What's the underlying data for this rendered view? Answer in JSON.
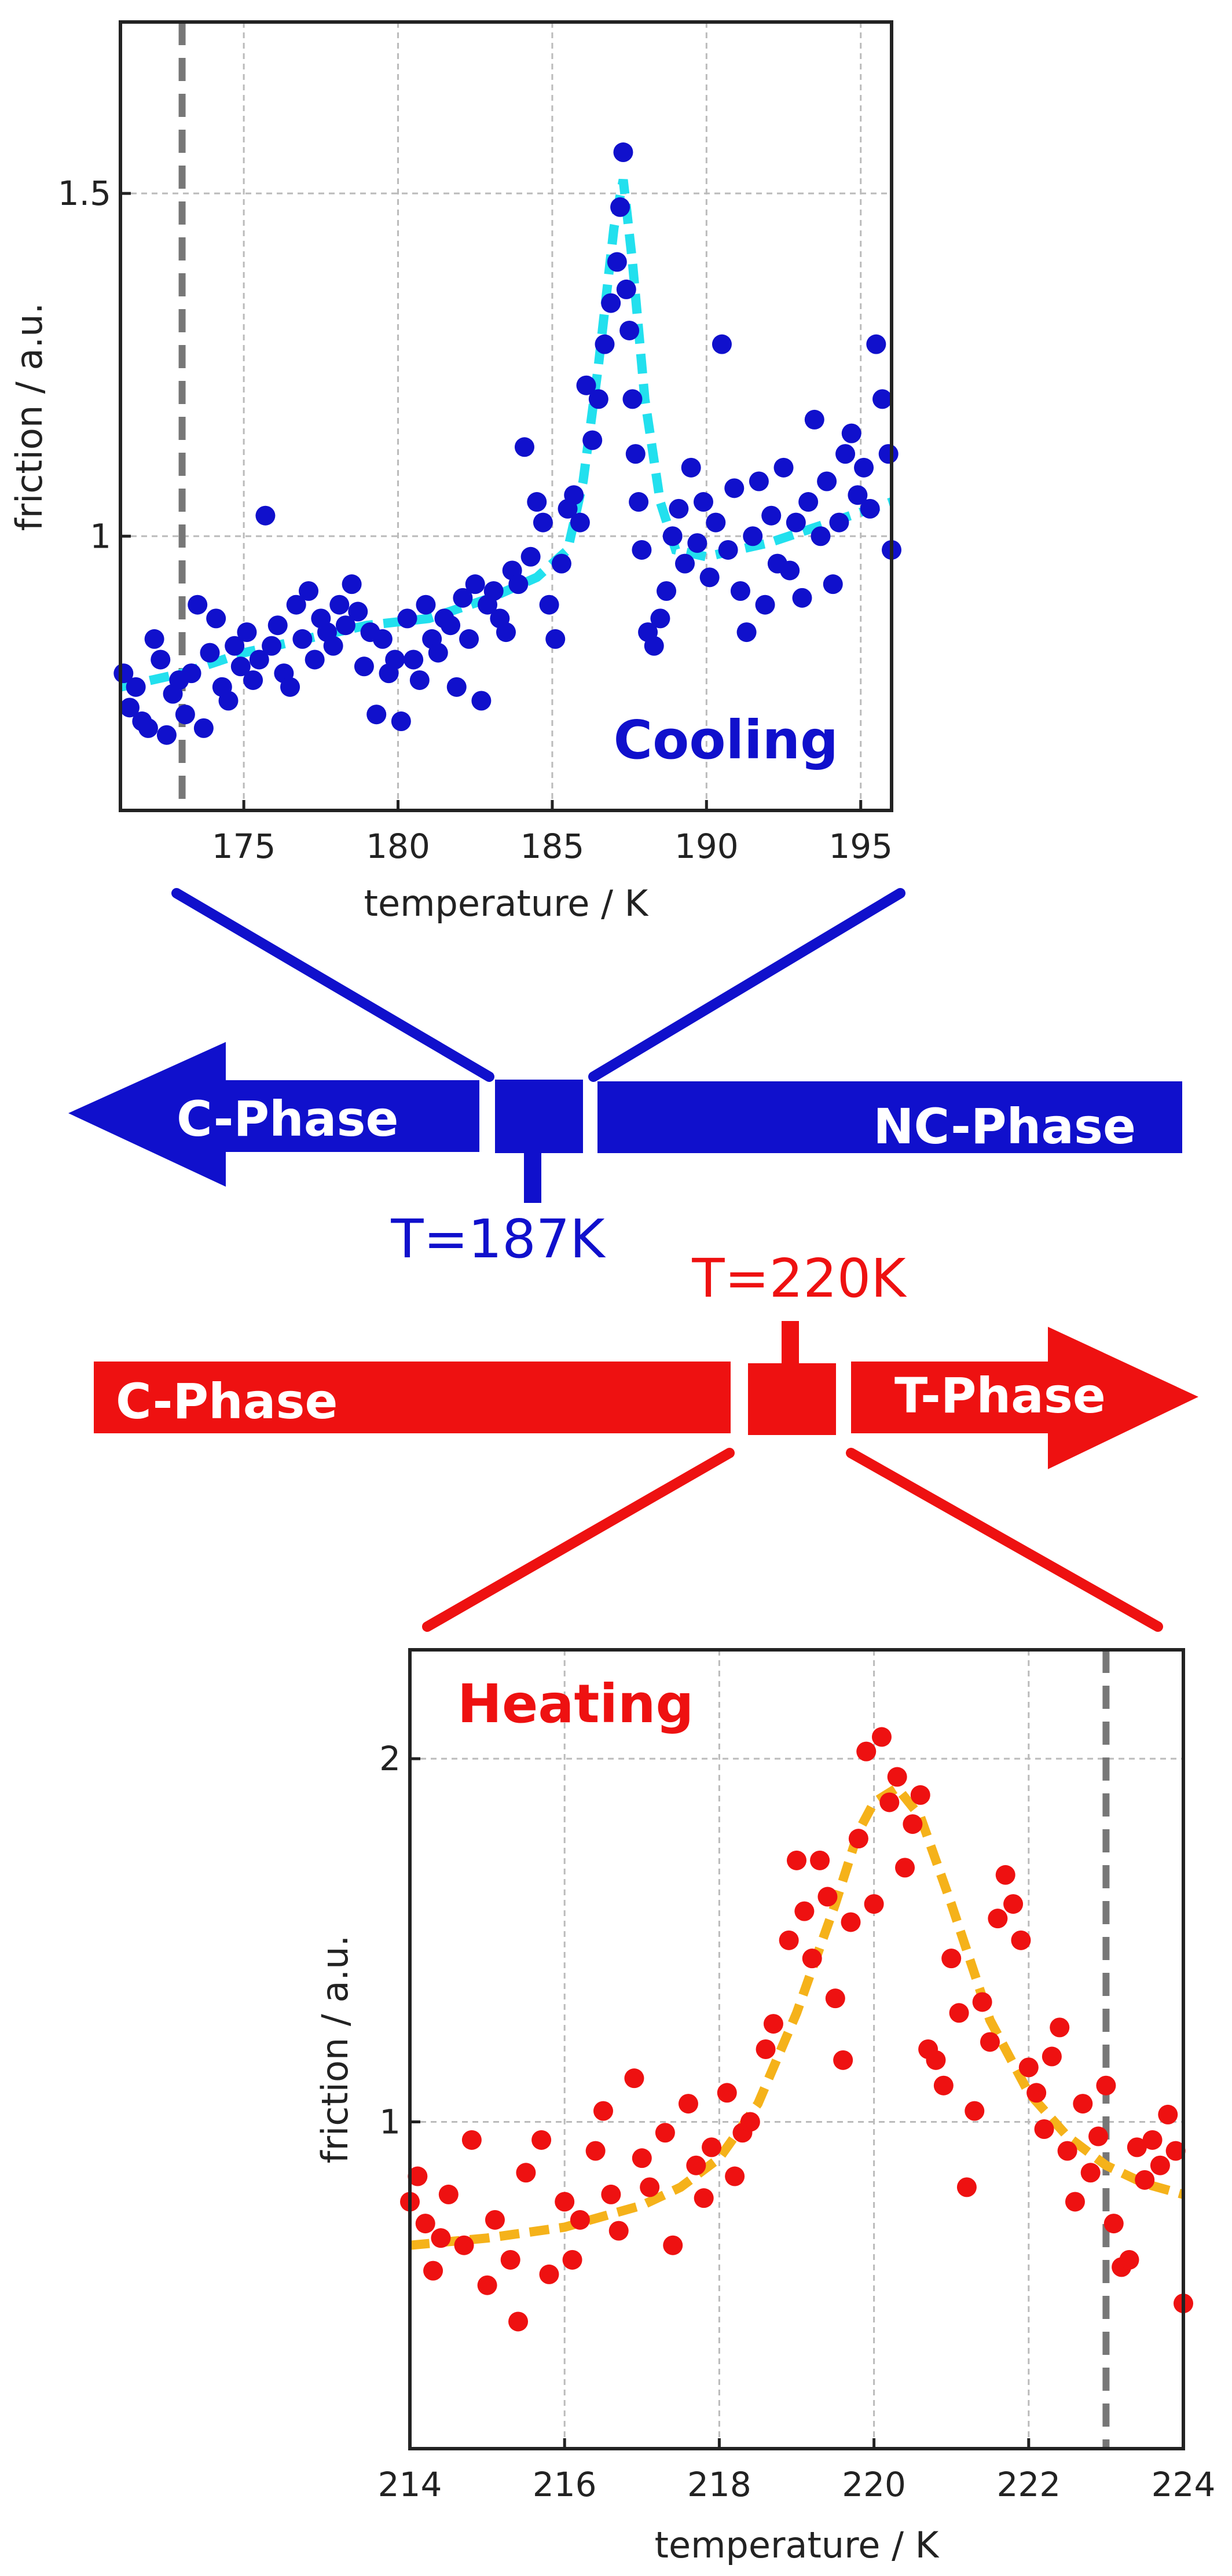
{
  "colors": {
    "cooling": "#1010cc",
    "cooling_fit": "#22e0ee",
    "heating": "#ee1111",
    "heating_fit": "#f5b21a",
    "marker_line": "#777777",
    "grid": "#bbbbbb"
  },
  "diagram": {
    "cooling_bar": {
      "left_label": "C-Phase",
      "right_label": "NC-Phase",
      "transition_label": "T=187K"
    },
    "heating_bar": {
      "left_label": "C-Phase",
      "right_label": "T-Phase",
      "transition_label": "T=220K"
    }
  },
  "chart_data": [
    {
      "type": "scatter",
      "annotation": "Cooling",
      "xlabel": "temperature / K",
      "ylabel": "friction / a.u.",
      "xlim": [
        171,
        196
      ],
      "ylim": [
        0.6,
        1.75
      ],
      "xticks": [
        175,
        180,
        185,
        190,
        195
      ],
      "yticks": [
        1,
        1.5
      ],
      "ytick_labels": [
        "1",
        "1.5"
      ],
      "grid": true,
      "marker_x": 173,
      "points": [
        [
          171.1,
          0.8
        ],
        [
          171.3,
          0.75
        ],
        [
          171.5,
          0.78
        ],
        [
          171.7,
          0.73
        ],
        [
          171.9,
          0.72
        ],
        [
          172.1,
          0.85
        ],
        [
          172.3,
          0.82
        ],
        [
          172.5,
          0.71
        ],
        [
          172.7,
          0.77
        ],
        [
          172.9,
          0.79
        ],
        [
          173.1,
          0.74
        ],
        [
          173.3,
          0.8
        ],
        [
          173.5,
          0.9
        ],
        [
          173.7,
          0.72
        ],
        [
          173.9,
          0.83
        ],
        [
          174.1,
          0.88
        ],
        [
          174.3,
          0.78
        ],
        [
          174.5,
          0.76
        ],
        [
          174.7,
          0.84
        ],
        [
          174.9,
          0.81
        ],
        [
          175.1,
          0.86
        ],
        [
          175.3,
          0.79
        ],
        [
          175.5,
          0.82
        ],
        [
          175.7,
          1.03
        ],
        [
          175.9,
          0.84
        ],
        [
          176.1,
          0.87
        ],
        [
          176.3,
          0.8
        ],
        [
          176.5,
          0.78
        ],
        [
          176.7,
          0.9
        ],
        [
          176.9,
          0.85
        ],
        [
          177.1,
          0.92
        ],
        [
          177.3,
          0.82
        ],
        [
          177.5,
          0.88
        ],
        [
          177.7,
          0.86
        ],
        [
          177.9,
          0.84
        ],
        [
          178.1,
          0.9
        ],
        [
          178.3,
          0.87
        ],
        [
          178.5,
          0.93
        ],
        [
          178.7,
          0.89
        ],
        [
          178.9,
          0.81
        ],
        [
          179.1,
          0.86
        ],
        [
          179.3,
          0.74
        ],
        [
          179.5,
          0.85
        ],
        [
          179.7,
          0.8
        ],
        [
          179.9,
          0.82
        ],
        [
          180.1,
          0.73
        ],
        [
          180.3,
          0.88
        ],
        [
          180.5,
          0.82
        ],
        [
          180.7,
          0.79
        ],
        [
          180.9,
          0.9
        ],
        [
          181.1,
          0.85
        ],
        [
          181.3,
          0.83
        ],
        [
          181.5,
          0.88
        ],
        [
          181.7,
          0.87
        ],
        [
          181.9,
          0.78
        ],
        [
          182.1,
          0.91
        ],
        [
          182.3,
          0.85
        ],
        [
          182.5,
          0.93
        ],
        [
          182.7,
          0.76
        ],
        [
          182.9,
          0.9
        ],
        [
          183.1,
          0.92
        ],
        [
          183.3,
          0.88
        ],
        [
          183.5,
          0.86
        ],
        [
          183.7,
          0.95
        ],
        [
          183.9,
          0.93
        ],
        [
          184.1,
          1.13
        ],
        [
          184.3,
          0.97
        ],
        [
          184.5,
          1.05
        ],
        [
          184.7,
          1.02
        ],
        [
          184.9,
          0.9
        ],
        [
          185.1,
          0.85
        ],
        [
          185.3,
          0.96
        ],
        [
          185.5,
          1.04
        ],
        [
          185.7,
          1.06
        ],
        [
          185.9,
          1.02
        ],
        [
          186.1,
          1.22
        ],
        [
          186.3,
          1.14
        ],
        [
          186.5,
          1.2
        ],
        [
          186.7,
          1.28
        ],
        [
          186.9,
          1.34
        ],
        [
          187.1,
          1.4
        ],
        [
          187.2,
          1.48
        ],
        [
          187.3,
          1.56
        ],
        [
          187.4,
          1.36
        ],
        [
          187.5,
          1.3
        ],
        [
          187.6,
          1.2
        ],
        [
          187.7,
          1.12
        ],
        [
          187.8,
          1.05
        ],
        [
          187.9,
          0.98
        ],
        [
          188.1,
          0.86
        ],
        [
          188.3,
          0.84
        ],
        [
          188.5,
          0.88
        ],
        [
          188.7,
          0.92
        ],
        [
          188.9,
          1.0
        ],
        [
          189.1,
          1.04
        ],
        [
          189.3,
          0.96
        ],
        [
          189.5,
          1.1
        ],
        [
          189.7,
          0.99
        ],
        [
          189.9,
          1.05
        ],
        [
          190.1,
          0.94
        ],
        [
          190.3,
          1.02
        ],
        [
          190.5,
          1.28
        ],
        [
          190.7,
          0.98
        ],
        [
          190.9,
          1.07
        ],
        [
          191.1,
          0.92
        ],
        [
          191.3,
          0.86
        ],
        [
          191.5,
          1.0
        ],
        [
          191.7,
          1.08
        ],
        [
          191.9,
          0.9
        ],
        [
          192.1,
          1.03
        ],
        [
          192.3,
          0.96
        ],
        [
          192.5,
          1.1
        ],
        [
          192.7,
          0.95
        ],
        [
          192.9,
          1.02
        ],
        [
          193.1,
          0.91
        ],
        [
          193.3,
          1.05
        ],
        [
          193.5,
          1.17
        ],
        [
          193.7,
          1.0
        ],
        [
          193.9,
          1.08
        ],
        [
          194.1,
          0.93
        ],
        [
          194.3,
          1.02
        ],
        [
          194.5,
          1.12
        ],
        [
          194.7,
          1.15
        ],
        [
          194.9,
          1.06
        ],
        [
          195.1,
          1.1
        ],
        [
          195.3,
          1.04
        ],
        [
          195.5,
          1.28
        ],
        [
          195.7,
          1.2
        ],
        [
          195.9,
          1.12
        ],
        [
          196.0,
          0.98
        ]
      ],
      "fit": [
        [
          171,
          0.78
        ],
        [
          173,
          0.8
        ],
        [
          175,
          0.83
        ],
        [
          177,
          0.85
        ],
        [
          179,
          0.87
        ],
        [
          181,
          0.88
        ],
        [
          183,
          0.91
        ],
        [
          184.5,
          0.94
        ],
        [
          185.5,
          0.98
        ],
        [
          186,
          1.08
        ],
        [
          186.5,
          1.25
        ],
        [
          187,
          1.45
        ],
        [
          187.3,
          1.52
        ],
        [
          187.6,
          1.4
        ],
        [
          188,
          1.2
        ],
        [
          188.5,
          1.05
        ],
        [
          189,
          0.98
        ],
        [
          190,
          0.97
        ],
        [
          192,
          0.99
        ],
        [
          194,
          1.02
        ],
        [
          196,
          1.05
        ]
      ]
    },
    {
      "type": "scatter",
      "annotation": "Heating",
      "xlabel": "temperature / K",
      "ylabel": "friction / a.u.",
      "xlim": [
        214,
        224
      ],
      "ylim": [
        0.1,
        2.3
      ],
      "xticks": [
        214,
        216,
        218,
        220,
        222,
        224
      ],
      "yticks": [
        1,
        2
      ],
      "ytick_labels": [
        "1",
        "2"
      ],
      "grid": true,
      "marker_x": 223,
      "points": [
        [
          214.0,
          0.78
        ],
        [
          214.1,
          0.85
        ],
        [
          214.2,
          0.72
        ],
        [
          214.3,
          0.59
        ],
        [
          214.4,
          0.68
        ],
        [
          214.5,
          0.8
        ],
        [
          214.7,
          0.66
        ],
        [
          214.8,
          0.95
        ],
        [
          215.0,
          0.55
        ],
        [
          215.1,
          0.73
        ],
        [
          215.3,
          0.62
        ],
        [
          215.4,
          0.45
        ],
        [
          215.5,
          0.86
        ],
        [
          215.7,
          0.95
        ],
        [
          215.8,
          0.58
        ],
        [
          216.0,
          0.78
        ],
        [
          216.1,
          0.62
        ],
        [
          216.2,
          0.73
        ],
        [
          216.4,
          0.92
        ],
        [
          216.5,
          1.03
        ],
        [
          216.6,
          0.8
        ],
        [
          216.7,
          0.7
        ],
        [
          216.9,
          1.12
        ],
        [
          217.0,
          0.9
        ],
        [
          217.1,
          0.82
        ],
        [
          217.3,
          0.97
        ],
        [
          217.4,
          0.66
        ],
        [
          217.6,
          1.05
        ],
        [
          217.7,
          0.88
        ],
        [
          217.8,
          0.79
        ],
        [
          217.9,
          0.93
        ],
        [
          218.1,
          1.08
        ],
        [
          218.2,
          0.85
        ],
        [
          218.3,
          0.97
        ],
        [
          218.4,
          1.0
        ],
        [
          218.6,
          1.2
        ],
        [
          218.7,
          1.27
        ],
        [
          218.9,
          1.5
        ],
        [
          219.0,
          1.72
        ],
        [
          219.1,
          1.58
        ],
        [
          219.2,
          1.45
        ],
        [
          219.3,
          1.72
        ],
        [
          219.4,
          1.62
        ],
        [
          219.5,
          1.34
        ],
        [
          219.6,
          1.17
        ],
        [
          219.7,
          1.55
        ],
        [
          219.8,
          1.78
        ],
        [
          219.9,
          2.02
        ],
        [
          220.0,
          1.6
        ],
        [
          220.1,
          2.06
        ],
        [
          220.2,
          1.88
        ],
        [
          220.3,
          1.95
        ],
        [
          220.4,
          1.7
        ],
        [
          220.5,
          1.82
        ],
        [
          220.6,
          1.9
        ],
        [
          220.7,
          1.2
        ],
        [
          220.8,
          1.17
        ],
        [
          220.9,
          1.1
        ],
        [
          221.0,
          1.45
        ],
        [
          221.1,
          1.3
        ],
        [
          221.2,
          0.82
        ],
        [
          221.3,
          1.03
        ],
        [
          221.4,
          1.33
        ],
        [
          221.5,
          1.22
        ],
        [
          221.6,
          1.56
        ],
        [
          221.7,
          1.68
        ],
        [
          221.8,
          1.6
        ],
        [
          221.9,
          1.5
        ],
        [
          222.0,
          1.15
        ],
        [
          222.1,
          1.08
        ],
        [
          222.2,
          0.98
        ],
        [
          222.3,
          1.18
        ],
        [
          222.4,
          1.26
        ],
        [
          222.5,
          0.92
        ],
        [
          222.6,
          0.78
        ],
        [
          222.7,
          1.05
        ],
        [
          222.8,
          0.86
        ],
        [
          222.9,
          0.96
        ],
        [
          223.0,
          1.1
        ],
        [
          223.1,
          0.72
        ],
        [
          223.2,
          0.6
        ],
        [
          223.3,
          0.62
        ],
        [
          223.4,
          0.93
        ],
        [
          223.5,
          0.84
        ],
        [
          223.6,
          0.95
        ],
        [
          223.7,
          0.88
        ],
        [
          223.8,
          1.02
        ],
        [
          223.9,
          0.92
        ],
        [
          224.0,
          0.5
        ]
      ],
      "fit": [
        [
          214,
          0.66
        ],
        [
          215,
          0.68
        ],
        [
          216,
          0.71
        ],
        [
          217,
          0.77
        ],
        [
          217.5,
          0.82
        ],
        [
          218,
          0.9
        ],
        [
          218.5,
          1.05
        ],
        [
          219,
          1.3
        ],
        [
          219.5,
          1.6
        ],
        [
          219.8,
          1.8
        ],
        [
          220,
          1.88
        ],
        [
          220.3,
          1.92
        ],
        [
          220.6,
          1.84
        ],
        [
          221,
          1.6
        ],
        [
          221.5,
          1.28
        ],
        [
          222,
          1.08
        ],
        [
          222.5,
          0.96
        ],
        [
          223,
          0.88
        ],
        [
          223.5,
          0.83
        ],
        [
          224,
          0.8
        ]
      ]
    }
  ]
}
